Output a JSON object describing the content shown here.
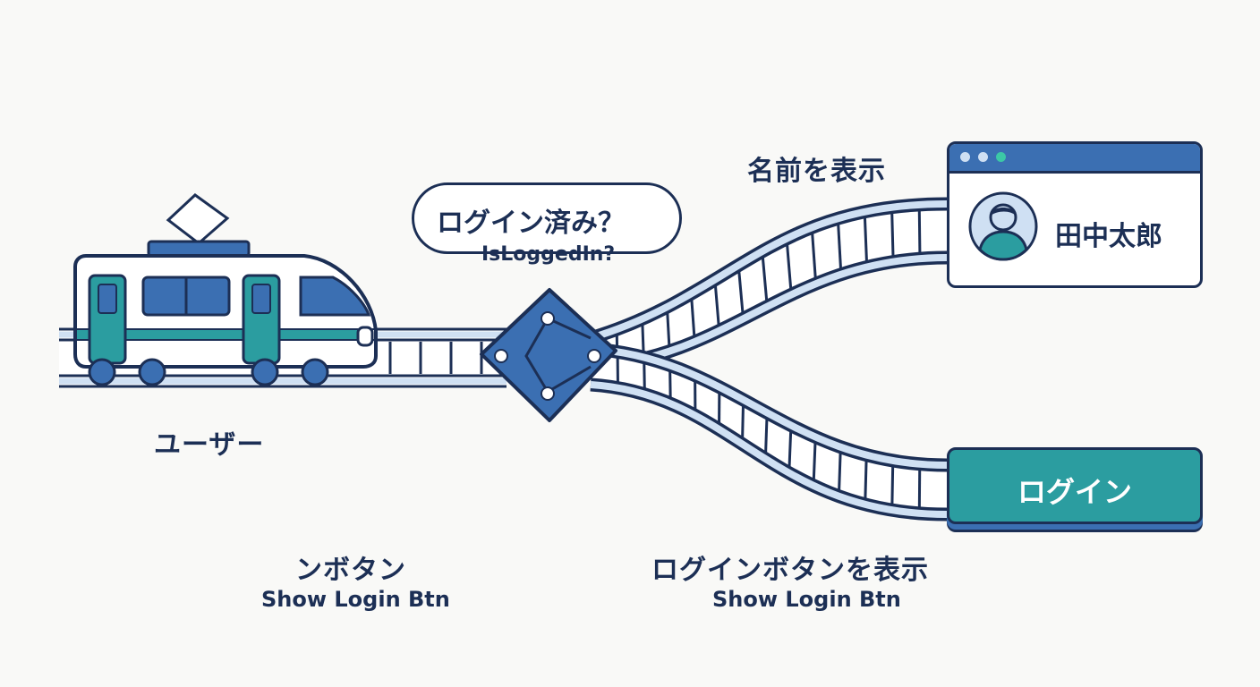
{
  "diagram": {
    "decision": {
      "question_jp": "ログイン済み？",
      "variable": "IsLoggedIn?"
    },
    "user_label": "ユーザー",
    "display_name_label": "名前を表示",
    "profile": {
      "name": "田中太郎"
    },
    "login_button_label": "ログイン",
    "left_caption": {
      "jp": "ンボタン",
      "en": "Show Login Btn"
    },
    "right_caption": {
      "jp": "ログインボタンを表示",
      "en": "Show Login Btn"
    }
  },
  "colors": {
    "navy": "#1c2f55",
    "blue": "#3b6fb2",
    "light_blue": "#cfe0f3",
    "teal": "#2b9da0",
    "green": "#3cc8a6",
    "background": "#f9f9f7"
  }
}
